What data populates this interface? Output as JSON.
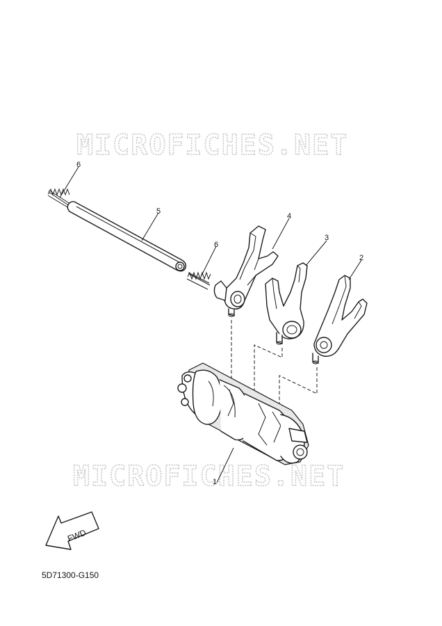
{
  "watermark": {
    "text": "MICROFICHES.NET"
  },
  "callouts": {
    "c1": "1",
    "c2": "2",
    "c3": "3",
    "c4": "4",
    "c5": "5",
    "c6a": "6",
    "c6b": "6"
  },
  "direction": {
    "label": "FWD"
  },
  "footer": {
    "part_number": "5D71300-G150"
  }
}
